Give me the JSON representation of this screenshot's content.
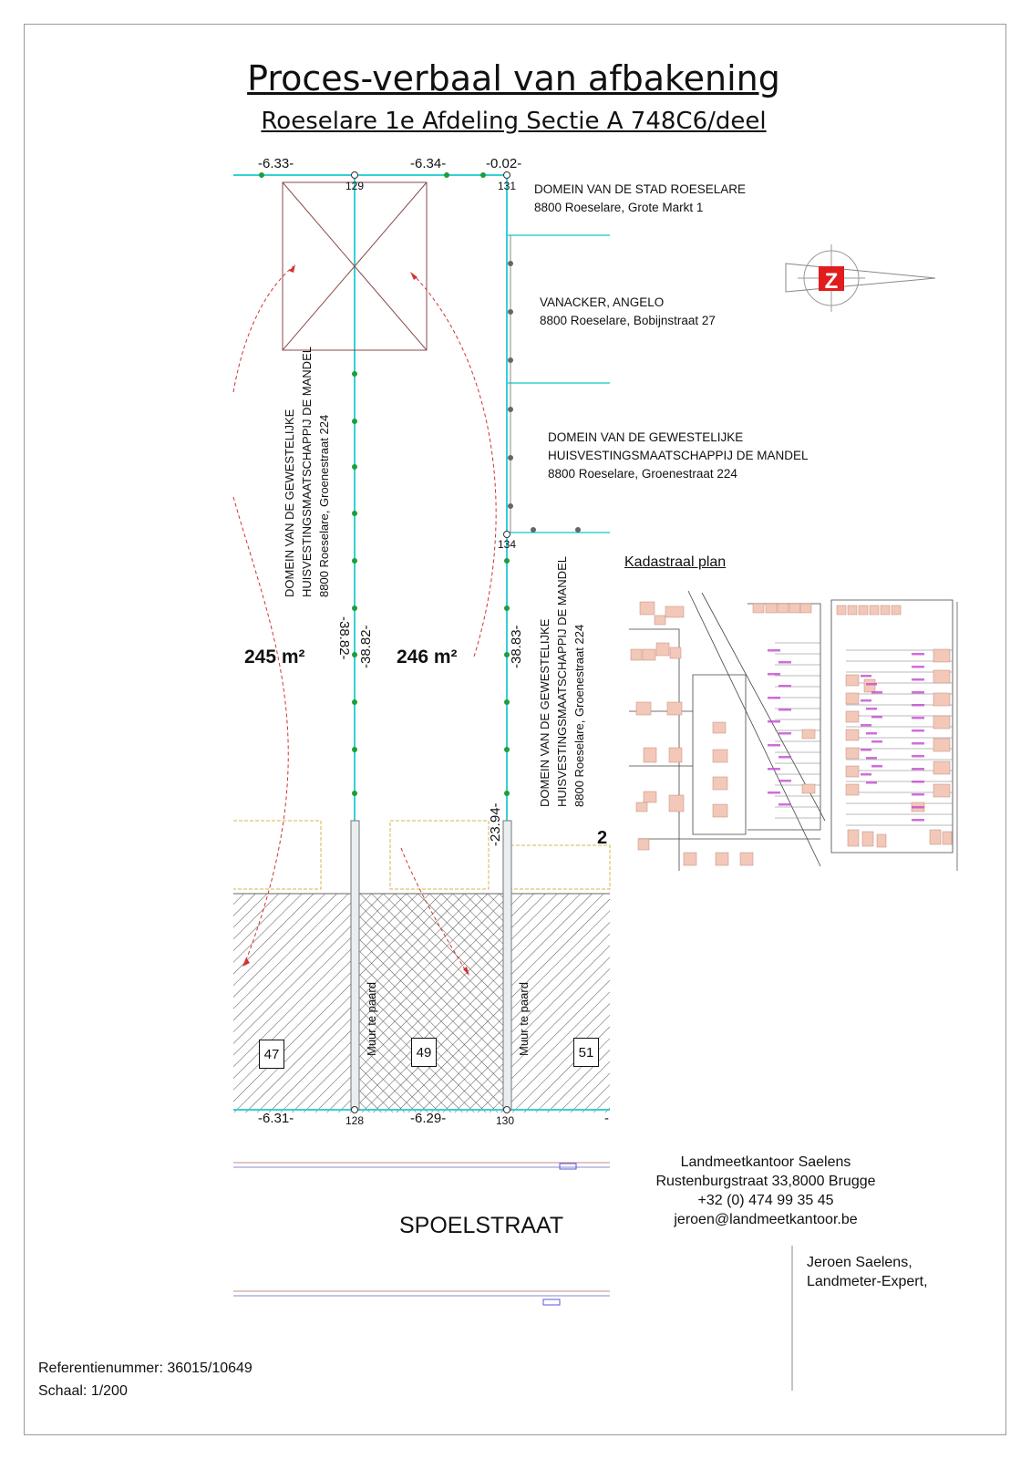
{
  "document": {
    "title": "Proces-verbaal van afbakening",
    "subtitle": "Roeselare 1e Afdeling Sectie A 748C6/deel"
  },
  "measurements": {
    "top_left": "-6.33-",
    "top_mid": "-6.34-",
    "top_right": "-0.02-",
    "left_line_a": "-38.82-",
    "left_line_b": "-38.82-",
    "right_line": "-38.83-",
    "right_lower": "-23.94-",
    "bottom_left": "-6.31-",
    "bottom_mid": "-6.29-",
    "bottom_right": "-"
  },
  "points": {
    "p129": "129",
    "p131": "131",
    "p134": "134",
    "p128": "128",
    "p130": "130"
  },
  "areas": {
    "left": "245 m²",
    "right": "246 m²"
  },
  "neighbors": {
    "stad": {
      "name": "DOMEIN VAN DE STAD ROESELARE",
      "address": "8800 Roeselare, Grote Markt 1"
    },
    "vanacker": {
      "name": "VANACKER, ANGELO",
      "address": "8800 Roeselare, Bobijnstraat 27"
    },
    "mandel_right": {
      "line1": "DOMEIN VAN DE GEWESTELIJKE",
      "line2": "HUISVESTINGSMAATSCHAPPIJ DE MANDEL",
      "address": "8800 Roeselare, Groenestraat 224"
    },
    "mandel_left_vertical": {
      "line1": "DOMEIN VAN DE GEWESTELIJKE",
      "line2": "HUISVESTINGSMAATSCHAPPIJ DE MANDEL",
      "address": "8800 Roeselare, Groenestraat 224"
    },
    "mandel_mid_vertical": {
      "line1": "DOMEIN VAN DE GEWESTELIJKE",
      "line2": "HUISVESTINGSMAATSCHAPPIJ DE MANDEL",
      "address": "8800 Roeselare, Groenestraat 224"
    }
  },
  "walls": {
    "left": "Muur te paard",
    "right": "Muur te paard"
  },
  "house_numbers": {
    "h47": "47",
    "h49": "49",
    "h51": "51",
    "edge": "2"
  },
  "street": "SPOELSTRAAT",
  "kadastraal_plan": {
    "title": "Kadastraal plan"
  },
  "compass": {
    "letter": "Z"
  },
  "office": {
    "name": "Landmeetkantoor Saelens",
    "address": "Rustenburgstraat 33,8000 Brugge",
    "phone": "+32 (0) 474 99 35 45",
    "email": "jeroen@landmeetkantoor.be"
  },
  "signature": {
    "name": "Jeroen Saelens,",
    "role": "Landmeter-Expert,"
  },
  "reference": {
    "number": "Referentienummer: 36015/10649",
    "scale": "Schaal: 1/200"
  },
  "colors": {
    "boundary": "#33d1d6",
    "point": "#1e9e3a",
    "hatch": "#555555",
    "parcel": "#f4c8b8",
    "label": "#c34bd0",
    "arrow": "#d33333"
  }
}
